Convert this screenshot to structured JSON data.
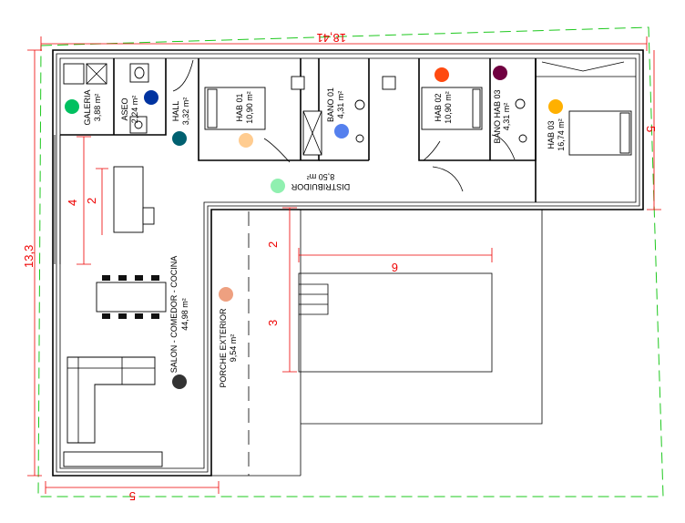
{
  "dimensions": {
    "total_width": "18,41",
    "total_height": "13,3",
    "right_wing": "5",
    "bottom": "5",
    "kitchen_len": "4",
    "kitchen_sub": "2",
    "pool_offset": "2",
    "pool_width": "6",
    "pool_height": "3"
  },
  "rooms": [
    {
      "name": "GALERIA",
      "area": "3,88 m²",
      "color": "#00c060"
    },
    {
      "name": "ASEO",
      "area": "2,24 m²",
      "color": "#0033a0"
    },
    {
      "name": "HALL",
      "area": "3,32 m²",
      "color": "#006070"
    },
    {
      "name": "HAB 01",
      "area": "10,90 m²",
      "color": "#ffcc90"
    },
    {
      "name": "BANO 01",
      "area": "4,31 m²",
      "color": "#5580ee"
    },
    {
      "name": "HAB 02",
      "area": "10,90 m²",
      "color": "#ff4a10"
    },
    {
      "name": "BANO HAB 03",
      "area": "4,31 m²",
      "color": "#700040"
    },
    {
      "name": "HAB 03",
      "area": "16,74 m²",
      "color": "#ffb000"
    },
    {
      "name": "DISTRIBUIDOR",
      "area": "8,50 m²",
      "color": "#90f0b0"
    },
    {
      "name": "SALON - COMEDOR - COCINA",
      "area": "44,98 m²",
      "color": "#333333"
    },
    {
      "name": "PORCHE EXTERIOR",
      "area": "9,54 m²",
      "color": "#eea080"
    }
  ]
}
